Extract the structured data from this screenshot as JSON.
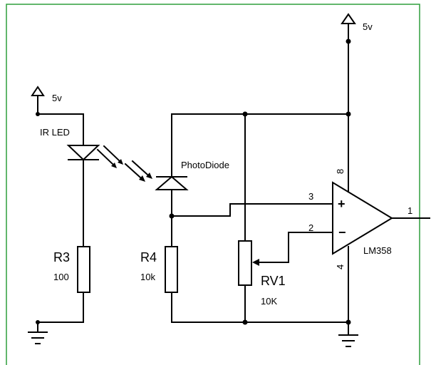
{
  "supply": {
    "top_right": "5v",
    "left": "5v"
  },
  "components": {
    "ir_led": "IR LED",
    "photodiode": "PhotoDiode",
    "r3": {
      "ref": "R3",
      "value": "100"
    },
    "r4": {
      "ref": "R4",
      "value": "10k"
    },
    "rv1": {
      "ref": "RV1",
      "value": "10K"
    },
    "opamp": {
      "part": "LM358",
      "pin_non_inverting": "3",
      "pin_inverting": "2",
      "pin_output": "1",
      "pin_vcc": "8",
      "pin_gnd": "4",
      "plus_sign": "+",
      "minus_sign": "−"
    }
  },
  "colors": {
    "frame": "#2e9e3c",
    "wire": "#000000",
    "background": "#ffffff"
  }
}
